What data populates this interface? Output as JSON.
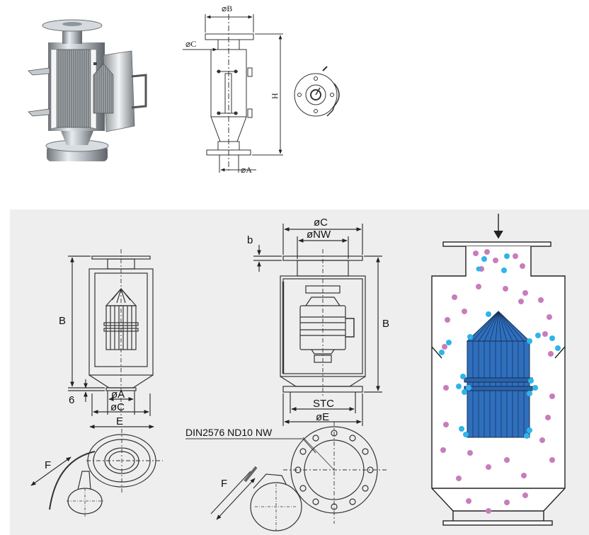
{
  "top_drawing": {
    "dim_b": "⌀B",
    "dim_c": "⌀C",
    "dim_h": "H",
    "dim_a": "⌀A"
  },
  "left_drawing": {
    "dim_b": "B",
    "dim_6": "6",
    "dim_a": "øA",
    "dim_c": "øC",
    "dim_e": "E",
    "dim_f": "F"
  },
  "middle_drawing": {
    "dim_c": "øC",
    "dim_nw": "øNW",
    "dim_b_small": "b",
    "dim_b": "B",
    "dim_stc": "STC",
    "dim_e": "øE",
    "flange_note": "DIN2576 ND10 NW",
    "dim_f": "F"
  },
  "colors": {
    "panel_bg": "#eeeeee",
    "line": "#333333",
    "magnet_blue": "#2f6fbe",
    "particle_pink": "#c77dbb",
    "particle_cyan": "#2fb5e8"
  }
}
